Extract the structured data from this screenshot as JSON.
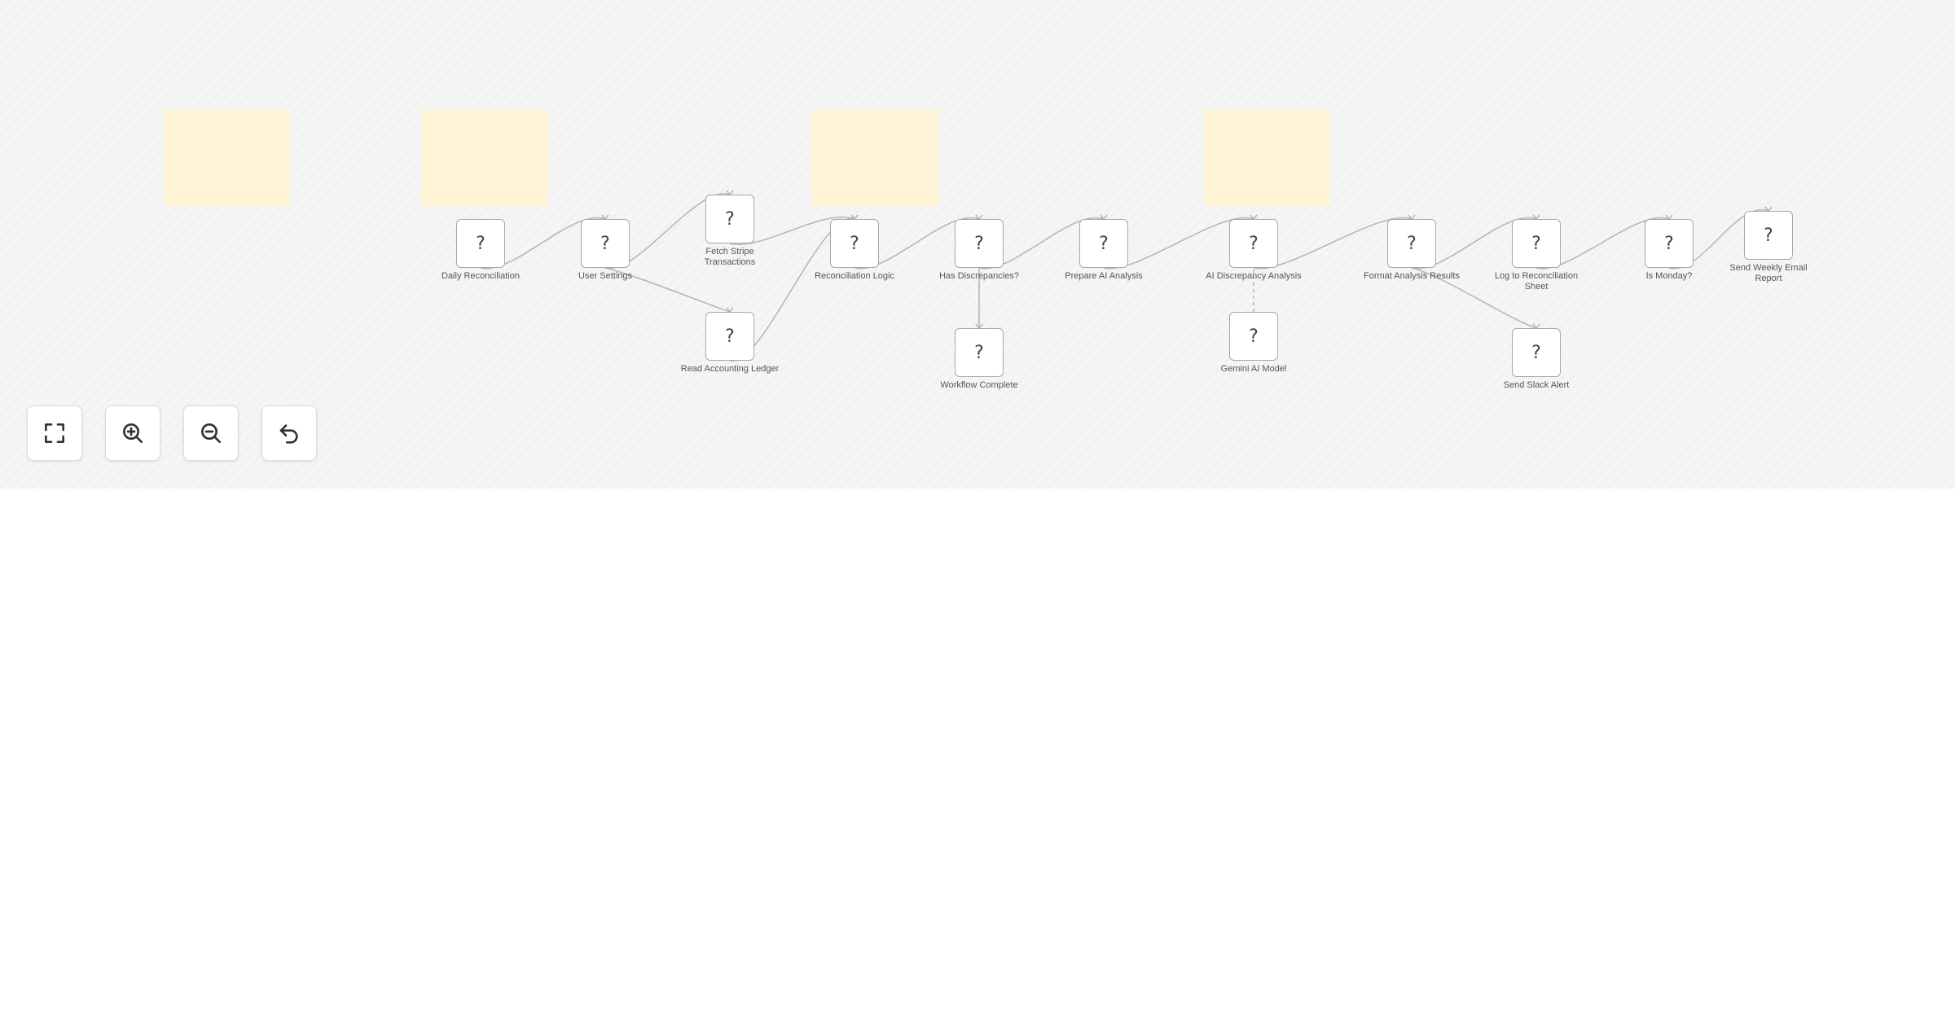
{
  "workflow": {
    "nodes": [
      {
        "id": "daily_reconciliation",
        "label": "Daily Reconciliation",
        "glyph": "?"
      },
      {
        "id": "user_settings",
        "label": "User Settings",
        "glyph": "?"
      },
      {
        "id": "fetch_stripe_transactions",
        "label": "Fetch Stripe\nTransactions",
        "glyph": "?"
      },
      {
        "id": "read_accounting_ledger",
        "label": "Read Accounting Ledger",
        "glyph": "?"
      },
      {
        "id": "reconciliation_logic",
        "label": "Reconciliation Logic",
        "glyph": "?"
      },
      {
        "id": "has_discrepancies",
        "label": "Has Discrepancies?",
        "glyph": "?"
      },
      {
        "id": "workflow_complete",
        "label": "Workflow Complete",
        "glyph": "?"
      },
      {
        "id": "prepare_ai_analysis",
        "label": "Prepare AI Analysis",
        "glyph": "?"
      },
      {
        "id": "ai_discrepancy_analysis",
        "label": "AI Discrepancy Analysis",
        "glyph": "?"
      },
      {
        "id": "gemini_ai_model",
        "label": "Gemini AI Model",
        "glyph": "?"
      },
      {
        "id": "format_analysis_results",
        "label": "Format Analysis Results",
        "glyph": "?"
      },
      {
        "id": "log_to_reconciliation_sheet",
        "label": "Log to Reconciliation\nSheet",
        "glyph": "?"
      },
      {
        "id": "send_slack_alert",
        "label": "Send Slack Alert",
        "glyph": "?"
      },
      {
        "id": "is_monday",
        "label": "Is Monday?",
        "glyph": "?"
      },
      {
        "id": "send_weekly_email_report",
        "label": "Send Weekly Email\nReport",
        "glyph": "?"
      }
    ],
    "connections": [
      {
        "from": "daily_reconciliation",
        "to": "user_settings",
        "style": "solid"
      },
      {
        "from": "user_settings",
        "to": "fetch_stripe_transactions",
        "style": "solid"
      },
      {
        "from": "user_settings",
        "to": "read_accounting_ledger",
        "style": "solid"
      },
      {
        "from": "fetch_stripe_transactions",
        "to": "reconciliation_logic",
        "style": "solid"
      },
      {
        "from": "read_accounting_ledger",
        "to": "reconciliation_logic",
        "style": "solid"
      },
      {
        "from": "reconciliation_logic",
        "to": "has_discrepancies",
        "style": "solid"
      },
      {
        "from": "has_discrepancies",
        "to": "prepare_ai_analysis",
        "style": "solid"
      },
      {
        "from": "has_discrepancies",
        "to": "workflow_complete",
        "style": "solid"
      },
      {
        "from": "prepare_ai_analysis",
        "to": "ai_discrepancy_analysis",
        "style": "solid"
      },
      {
        "from": "gemini_ai_model",
        "to": "ai_discrepancy_analysis",
        "style": "dashed"
      },
      {
        "from": "ai_discrepancy_analysis",
        "to": "format_analysis_results",
        "style": "solid"
      },
      {
        "from": "format_analysis_results",
        "to": "log_to_reconciliation_sheet",
        "style": "solid"
      },
      {
        "from": "format_analysis_results",
        "to": "send_slack_alert",
        "style": "solid"
      },
      {
        "from": "log_to_reconciliation_sheet",
        "to": "is_monday",
        "style": "solid"
      },
      {
        "from": "is_monday",
        "to": "send_weekly_email_report",
        "style": "solid"
      }
    ],
    "sticky_notes_count": 4
  },
  "controls": [
    {
      "id": "fit_view",
      "icon": "fullscreen-icon"
    },
    {
      "id": "zoom_in",
      "icon": "zoom-in-icon"
    },
    {
      "id": "zoom_out",
      "icon": "zoom-out-icon"
    },
    {
      "id": "reset_zoom",
      "icon": "undo-icon"
    }
  ],
  "colors": {
    "canvas_background": "#f5f5f5",
    "sticky_note": "#fff4d6",
    "node_border": "#a8a8a8",
    "edge": "#b4b4b4"
  }
}
